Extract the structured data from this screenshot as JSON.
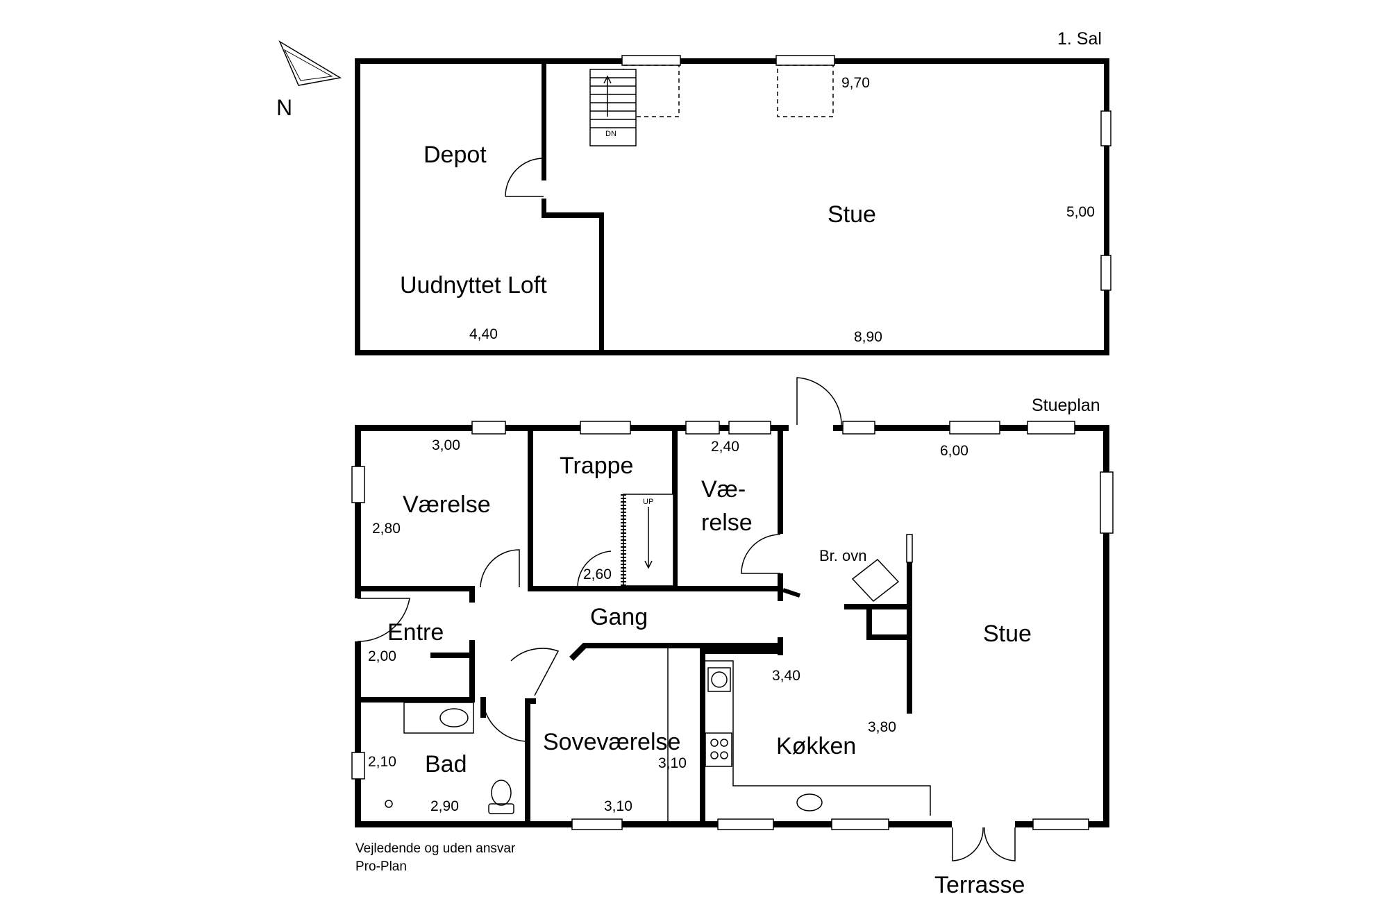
{
  "upper_floor": {
    "title": "1. Sal",
    "rooms": {
      "depot": "Depot",
      "unused_attic": "Uudnyttet Loft",
      "living": "Stue"
    },
    "dims": {
      "top_length": "9,70",
      "right_depth": "5,00",
      "attic_width": "4,40",
      "living_width": "8,90"
    },
    "stair_label": "DN"
  },
  "ground_floor": {
    "title": "Stueplan",
    "rooms": {
      "bedroom1": "Værelse",
      "stairs": "Trappe",
      "bedroom2_line1": "Væ-",
      "bedroom2_line2": "relse",
      "hall": "Gang",
      "entrance": "Entre",
      "bath": "Bad",
      "master_bedroom": "Soveværelse",
      "kitchen": "Køkken",
      "living": "Stue",
      "stove": "Br. ovn",
      "terrace": "Terrasse"
    },
    "dims": {
      "bedroom1_width": "3,00",
      "bedroom1_depth": "2,80",
      "stairs_depth": "2,60",
      "bedroom2_width": "2,40",
      "living_width": "6,00",
      "entrance_width": "2,00",
      "bath_depth": "2,10",
      "bath_width": "2,90",
      "master_depth": "3,10",
      "master_width": "3,10",
      "kitchen_width": "3,40",
      "kitchen_depth": "3,80"
    },
    "stair_label": "UP"
  },
  "compass": {
    "label": "N"
  },
  "disclaimer": {
    "line1": "Vejledende og uden ansvar",
    "line2": "Pro-Plan"
  }
}
